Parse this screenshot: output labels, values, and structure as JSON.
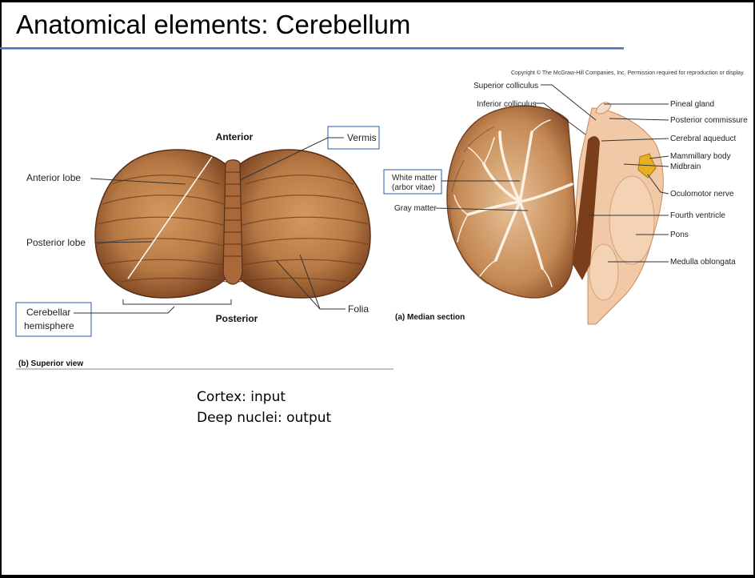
{
  "slide": {
    "title": "Anatomical elements: Cerebellum",
    "body_lines": [
      "Cortex: input",
      "Deep nuclei: output"
    ]
  },
  "superior_view": {
    "caption": "(b) Superior view",
    "labels": {
      "anterior": "Anterior",
      "posterior": "Posterior",
      "vermis": "Vermis",
      "anterior_lobe": "Anterior lobe",
      "posterior_lobe": "Posterior lobe",
      "cerebellar_hemisphere_line1": "Cerebellar",
      "cerebellar_hemisphere_line2": "hemisphere",
      "folia": "Folia"
    }
  },
  "median_section": {
    "caption": "(a) Median section",
    "copyright": "Copyright © The McGraw-Hill Companies, Inc.  Permission required for reproduction or display.",
    "labels": {
      "superior_colliculus": "Superior colliculus",
      "inferior_colliculus": "Inferior colliculus",
      "white_matter_line1": "White matter",
      "white_matter_line2": "(arbor vitae)",
      "gray_matter": "Gray matter",
      "pineal_gland": "Pineal gland",
      "posterior_commissure": "Posterior commissure",
      "cerebral_aqueduct": "Cerebral aqueduct",
      "mammillary_body": "Mammillary body",
      "midbrain": "Midbrain",
      "oculomotor_nerve": "Oculomotor nerve",
      "fourth_ventricle": "Fourth ventricle",
      "pons": "Pons",
      "medulla_oblongata": "Medulla oblongata"
    }
  },
  "colors": {
    "title_rule": "#4a74b8",
    "label_box": "#4a74b8",
    "cerebellum_tan": "#b87a45",
    "cerebellum_dark": "#6b3a1c",
    "brainstem_peach": "#f1c9a6",
    "oculomotor_yellow": "#e8b020"
  }
}
